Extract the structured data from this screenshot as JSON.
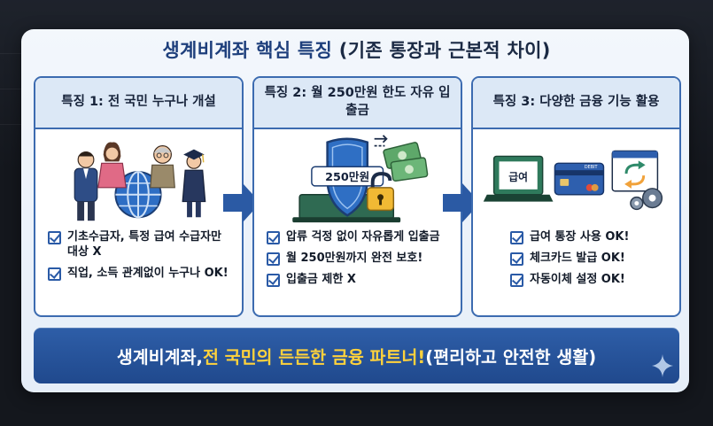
{
  "title": {
    "main": "생계비계좌 핵심 특징",
    "sub": "(기존 통장과 근본적 차이)"
  },
  "panels": [
    {
      "heading": "특징 1: 전 국민 누구나 개설",
      "checks": [
        "기초수급자, 특정 급여 수급자만 대상 X",
        "직업, 소득 관계없이 누구나 OK!"
      ]
    },
    {
      "heading": "특징 2: 월 250만원 한도 자유 입출금",
      "badge_text": "250만원",
      "checks": [
        "압류 걱정 없이 자유롭게 입출금",
        "월 250만원까지 완전 보호!",
        "입출금 제한 X"
      ]
    },
    {
      "heading": "특징 3: 다양한 금융 기능 활용",
      "laptop_text": "급여",
      "card_text": "DEBIT",
      "checks": [
        "급여 통장 사용 OK!",
        "체크카드 발급 OK!",
        "자동이체 설정 OK!"
      ]
    }
  ],
  "banner": {
    "part1": "생계비계좌, ",
    "highlight": "전 국민의 든든한 금융 파트너!",
    "part2": " (편리하고 안전한 생활)"
  },
  "colors": {
    "accent": "#2a5aa6",
    "banner": "#20498d",
    "highlight": "#ffd23c"
  }
}
